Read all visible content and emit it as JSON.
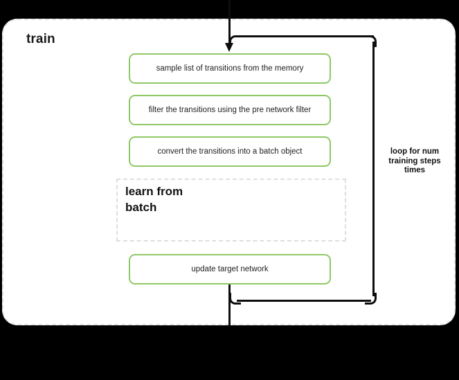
{
  "diagram": {
    "title": "train",
    "colors": {
      "step_border": "#8fc866",
      "container_border": "#e2e2e2",
      "subblock_border": "#dedede",
      "connector": "#0d0d0d",
      "background": "#ffffff",
      "canvas": "#000000"
    },
    "steps": [
      {
        "id": "sample-transitions",
        "label": "sample list of transitions from the memory"
      },
      {
        "id": "filter-transitions",
        "label": "filter the transitions using the pre network filter"
      },
      {
        "id": "convert-transitions",
        "label": "convert the transitions into a batch object"
      },
      {
        "id": "update-target-network",
        "label": "update target network"
      }
    ],
    "subblock": {
      "id": "learn-from-batch",
      "label": "learn from\nbatch"
    },
    "loop": {
      "label": "loop for num\ntraining steps\ntimes"
    },
    "connectors": [
      {
        "id": "arrow-in",
        "kind": "arrow-down"
      },
      {
        "id": "loop-feedback",
        "kind": "rounded-return-path"
      },
      {
        "id": "arrow-out",
        "kind": "line-down"
      }
    ]
  }
}
